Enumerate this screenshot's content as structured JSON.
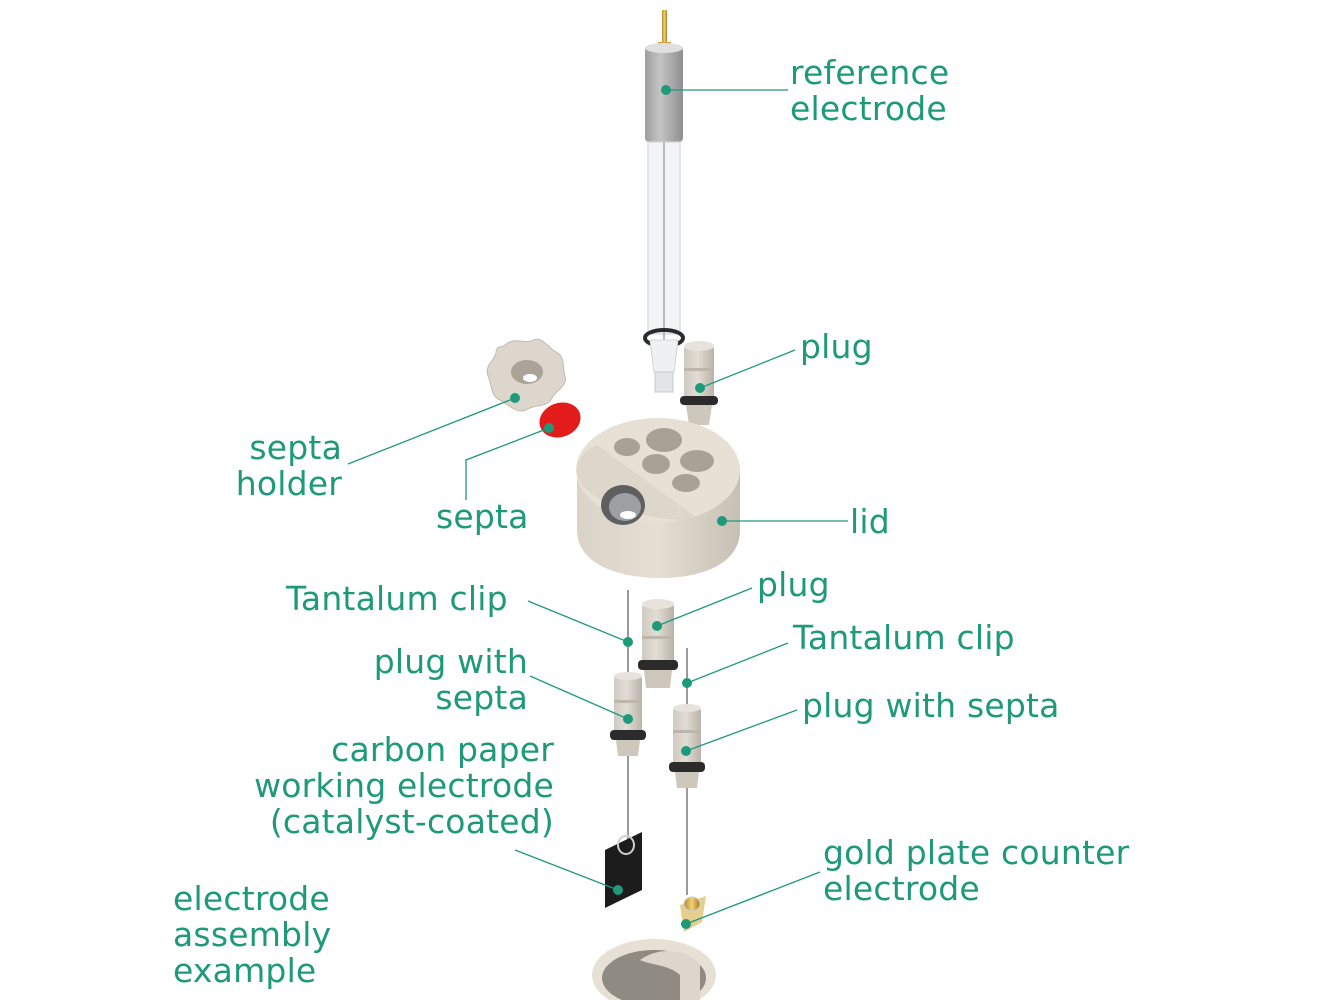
{
  "figure": {
    "title": "Electrochemical cell exploded view",
    "accent_color": "#1e9a7a",
    "labels": {
      "reference_electrode": [
        "reference",
        "electrode"
      ],
      "plug_top": "plug",
      "septa_holder": [
        "septa",
        "holder"
      ],
      "septa": "septa",
      "lid": "lid",
      "tantalum_clip_left": "Tantalum clip",
      "plug_middle": "plug",
      "tantalum_clip_right": "Tantalum clip",
      "plug_with_septa_left": [
        "plug with",
        "septa"
      ],
      "plug_with_septa_right": "plug with septa",
      "working_electrode": [
        "carbon paper",
        "working electrode",
        "(catalyst-coated)"
      ],
      "counter_electrode": [
        "gold plate counter",
        "electrode"
      ],
      "assembly_caption": [
        "electrode",
        "assembly",
        "example"
      ]
    }
  }
}
